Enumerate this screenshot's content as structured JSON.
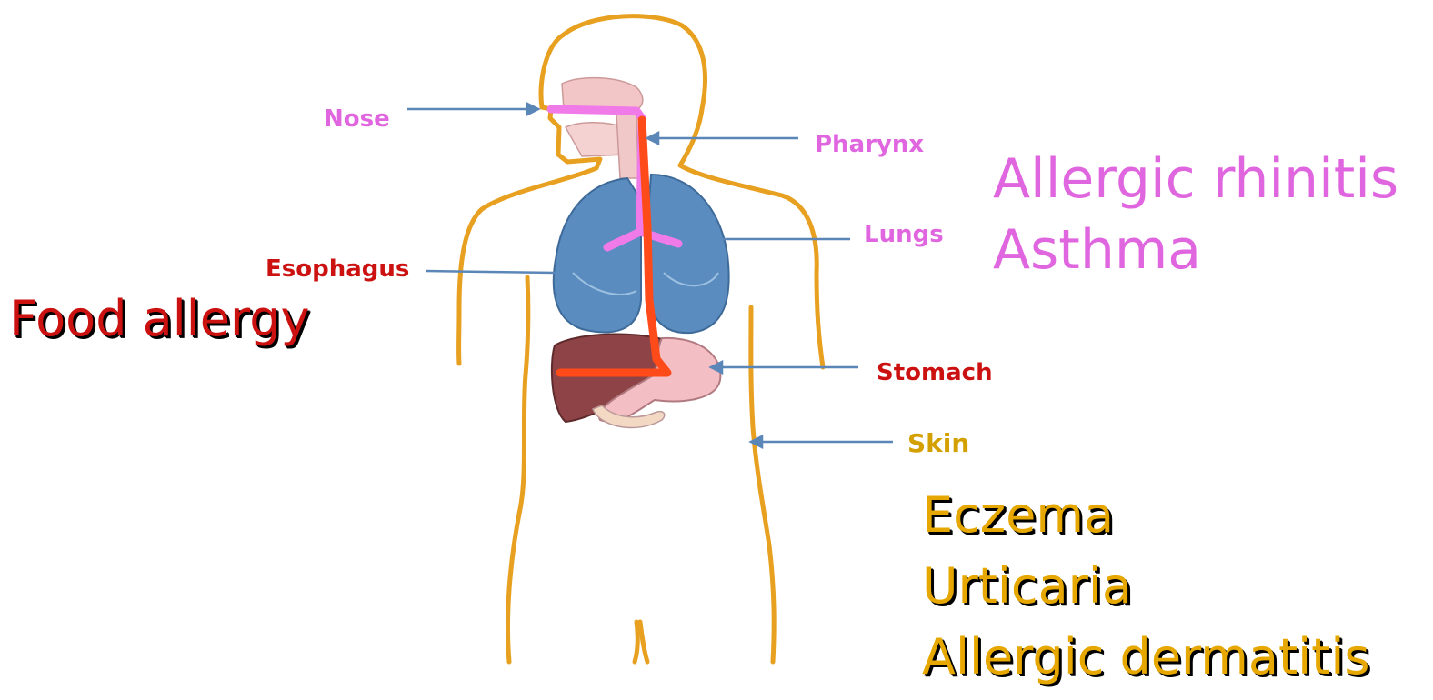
{
  "labels": {
    "nose": "Nose",
    "pharynx": "Pharynx",
    "lungs": "Lungs",
    "esophagus": "Esophagus",
    "stomach": "Stomach",
    "skin": "Skin"
  },
  "conditions": {
    "respiratory": [
      "Allergic rhinitis",
      "Asthma"
    ],
    "food": "Food allergy",
    "skin": [
      "Eczema",
      "Urticaria",
      "Allergic dermatitis"
    ]
  },
  "colors": {
    "respiratory": "#e066e0",
    "food": "#cc1111",
    "skin": "#e6a800",
    "body_outline": "#e8a020",
    "lungs": "#5b8cc0",
    "arrow": "#5b86b8",
    "esophagus_line": "#ff4a1a",
    "airway_line": "#f07ae8"
  },
  "icons": {
    "body": "human-torso-icon",
    "lungs": "lungs-icon",
    "liver": "liver-icon",
    "stomach": "stomach-icon"
  }
}
